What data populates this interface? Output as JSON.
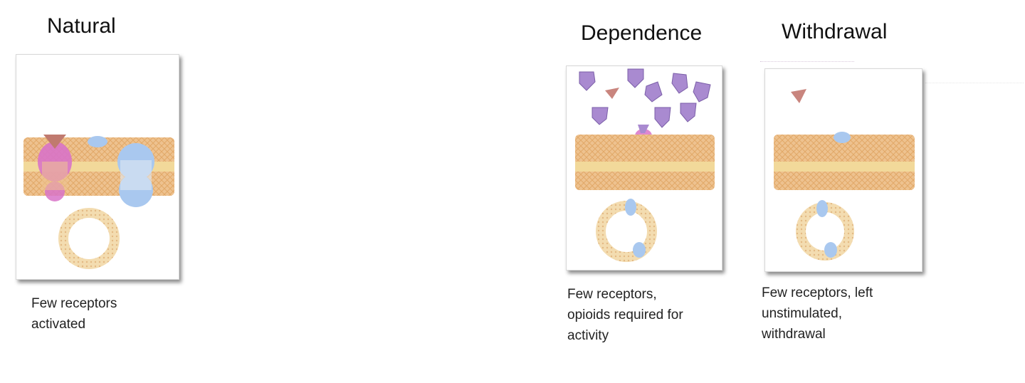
{
  "panels": [
    {
      "title": "Natural",
      "caption_lines": [
        "Few receptors",
        "activated"
      ]
    },
    {
      "title": "Dependence",
      "caption_lines": [
        "Few receptors,",
        "opioids required for",
        "activity"
      ]
    },
    {
      "title": "Withdrawal",
      "caption_lines": [
        "Few receptors, left",
        "unstimulated,",
        "withdrawal"
      ]
    }
  ],
  "colors": {
    "membrane": "#eec28f",
    "membrane_band": "#f2d99a",
    "opioid": "#a98ad0",
    "ligand": "#c9857e",
    "receptor_pink": "#d873c8",
    "receptor_blue": "#a9c8ef"
  }
}
